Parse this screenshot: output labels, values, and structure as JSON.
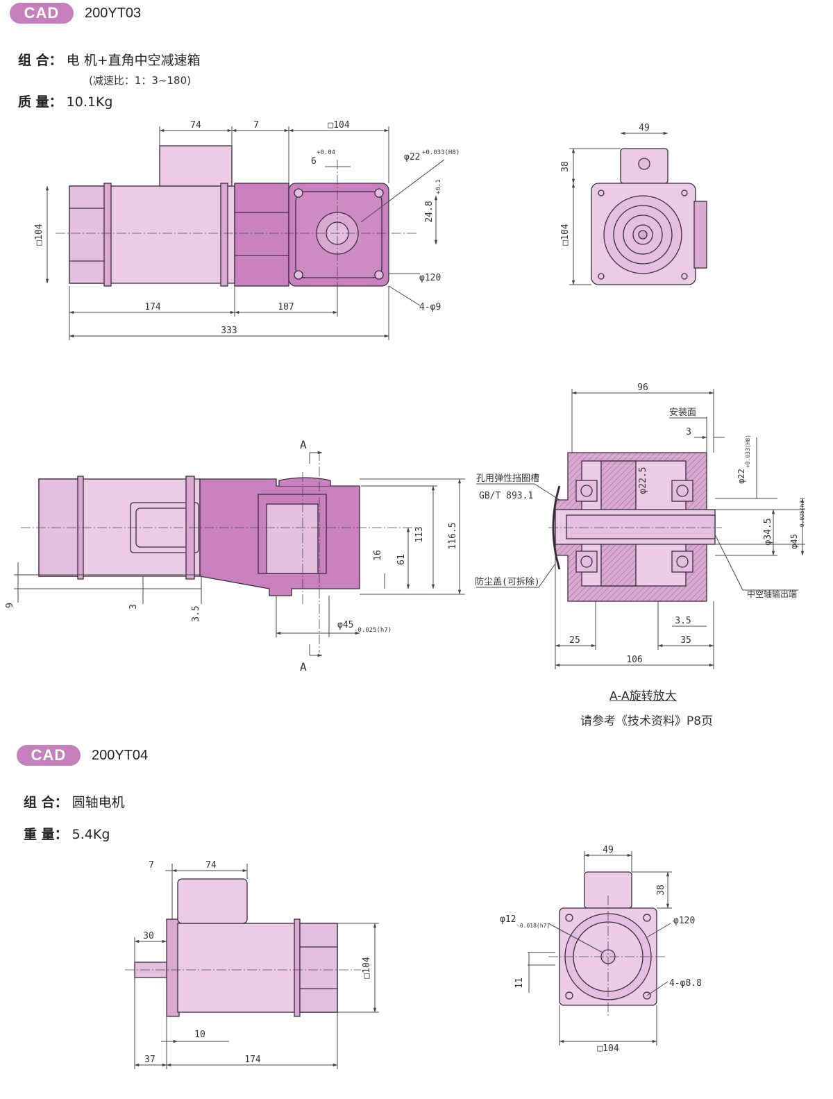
{
  "colors": {
    "badge": "#c57fbc",
    "body_light": "#ebcbe6",
    "body_dark": "#c981c0",
    "outline": "#3a2a3a"
  },
  "block1": {
    "badge": "CAD",
    "model": "200YT03",
    "combo_label": "组 合：",
    "combo_value": "电 机+直角中空减速箱",
    "ratio_note": "(减速比：1：3~180)",
    "mass_label": "质 量：",
    "mass_value": "10.1Kg"
  },
  "block2": {
    "badge": "CAD",
    "model": "200YT04",
    "combo_label": "组 合：",
    "combo_value": "圆轴电机",
    "mass_label": "重 量：",
    "mass_value": "5.4Kg"
  },
  "section_caption": {
    "title": "A-A旋转放大",
    "ref": "请参考《技术资料》P8页"
  },
  "dims": {
    "d74": "74",
    "d7": "7",
    "sq104": "□104",
    "d60": "6",
    "d60_tol": "+0.04",
    "phi22": "φ22",
    "phi22_tol": "+0.033(H8)",
    "d248": "24.8",
    "d248_tol": "+0.1",
    "phi120": "φ120",
    "holes4": "4-φ9",
    "d174": "174",
    "d107": "107",
    "d333": "333",
    "d49": "49",
    "d38": "38",
    "d96": "96",
    "mount_face": "安装面",
    "d3": "3",
    "phi225": "φ22.5",
    "circlip": "孔用弹性挡圈槽",
    "gb": "GB/T 893.1",
    "dust_cover": "防尘盖(可拆除)",
    "phi345": "φ34.5",
    "phi45h7": "φ45",
    "phi45_tol": "-0.025(h7)",
    "hollow_out": "中空轴输出端",
    "d35": "3.5",
    "d35b": "35",
    "d25": "25",
    "d106": "106",
    "d113": "113",
    "d1165": "116.5",
    "d16": "16",
    "d61": "61",
    "d9": "9",
    "d3b": "3",
    "d35c": "3.5",
    "secA": "A",
    "d30": "30",
    "d10": "10",
    "d37": "37",
    "phi12": "φ12",
    "phi12_tol": "-0.018(h7)",
    "d11": "11",
    "holes88": "4-φ8.8"
  }
}
